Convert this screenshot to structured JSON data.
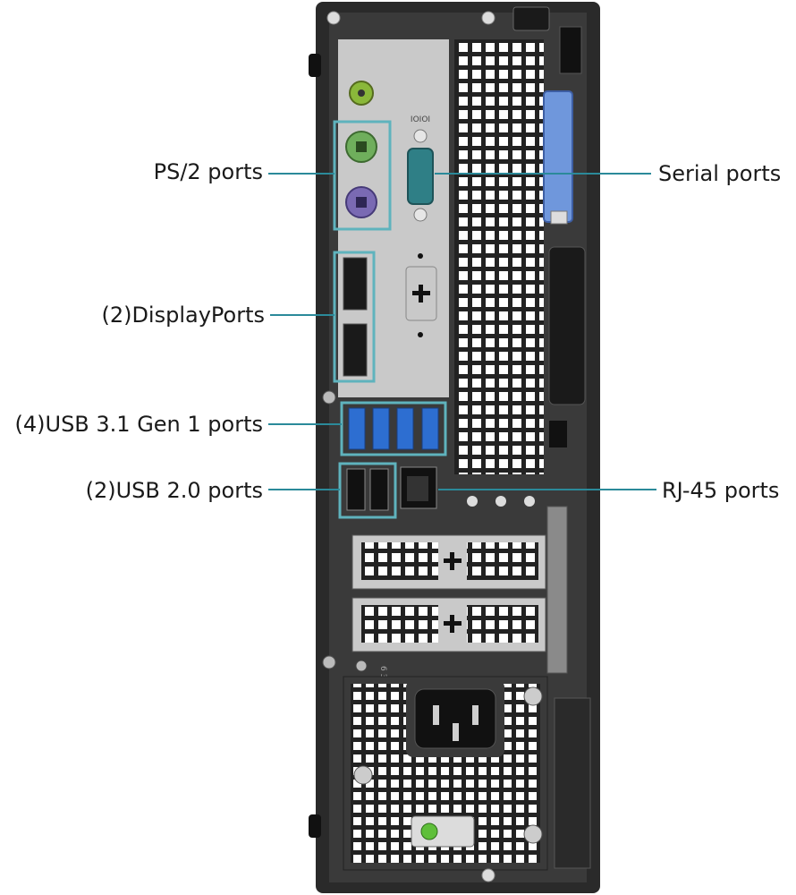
{
  "callouts": {
    "ps2": "PS/2 ports",
    "serial": "Serial ports",
    "displayports": "(2)DisplayPorts",
    "usb31": "(4)USB 3.1 Gen 1 ports",
    "usb20": "(2)USB 2.0 ports",
    "rj45": "RJ-45 ports"
  },
  "io_glyphs": {
    "serial": "IOIOI",
    "slot_voltage": "6 32"
  },
  "colors": {
    "callout_line": "#2b8a9a",
    "callout_box": "#5fb3bd",
    "chassis": "#2a2a2a",
    "io_plate": "#c9c9c9",
    "ps2_keyboard": "#6fae5c",
    "ps2_mouse": "#7a6ab3",
    "serial_port": "#2f7f86",
    "usb3_blue": "#2d6ed1",
    "release_tab": "#6f97dc",
    "power_led": "#5fbf3a",
    "audio_jack": "#8ab83a"
  }
}
